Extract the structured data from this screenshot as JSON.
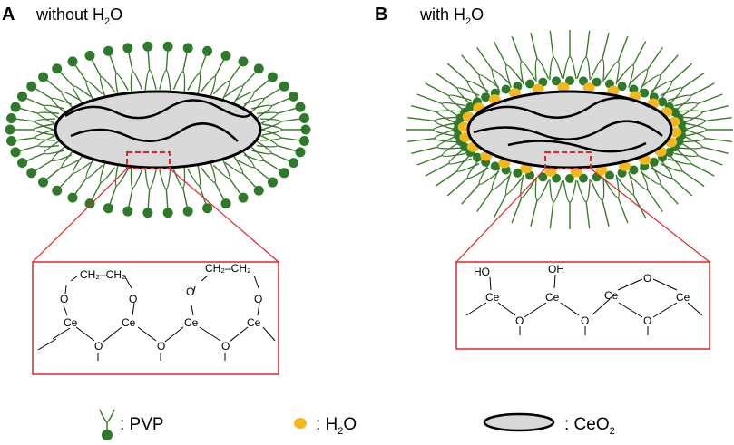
{
  "panel_a": {
    "letter": "A",
    "title_pre": "without H",
    "title_sub": "2",
    "title_post": "O",
    "core_color": "#d9d9d9",
    "pvp_color": "#3b7a2a",
    "zoom_color": "#e0262c",
    "structure": {
      "ch2_left": "CH₂–CH₂",
      "ch2_right": "CH₂–CH₂",
      "o": "O",
      "ce": "Ce"
    }
  },
  "panel_b": {
    "letter": "B",
    "title_pre": "with H",
    "title_sub": "2",
    "title_post": "O",
    "h2o_color": "#f5b81c",
    "structure": {
      "oh": "OH",
      "ho": "HO",
      "o": "O",
      "ce": "Ce"
    }
  },
  "legend": {
    "pvp_label": ": PVP",
    "h2o_pre": ": H",
    "h2o_sub": "2",
    "h2o_post": "O",
    "ceo2_pre": ": CeO",
    "ceo2_sub": "2",
    "pvp_icon": "pvp-ligand-icon",
    "h2o_icon": "water-droplet-icon",
    "ceo2_icon": "ellipse-nanoparticle-icon"
  }
}
